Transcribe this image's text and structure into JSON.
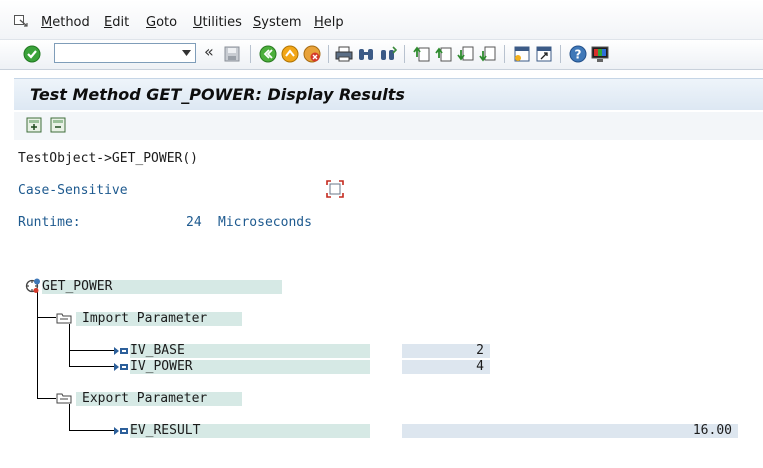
{
  "menu": {
    "items": [
      {
        "label": "Method",
        "u": "M",
        "rest": "ethod"
      },
      {
        "label": "Edit",
        "u": "E",
        "rest": "dit"
      },
      {
        "label": "Goto",
        "u": "G",
        "rest": "oto"
      },
      {
        "label": "Utilities",
        "u": "U",
        "rest": "tilities"
      },
      {
        "label": "System",
        "u": "S",
        "rest": "ystem"
      },
      {
        "label": "Help",
        "u": "H",
        "rest": "elp"
      }
    ]
  },
  "toolbar": {
    "command_value": "",
    "back_glyph": "«"
  },
  "title": "Test Method GET_POWER: Display Results",
  "content": {
    "object_call": "TestObject->GET_POWER()",
    "case_sensitive_label": "Case-Sensitive",
    "runtime_label": "Runtime:",
    "runtime_value": "24",
    "runtime_unit": "Microseconds"
  },
  "tree": {
    "root": "GET_POWER",
    "import_label": "Import Parameter",
    "export_label": "Export Parameter",
    "import_params": [
      {
        "name": "IV_BASE",
        "value": "2"
      },
      {
        "name": "IV_POWER",
        "value": "4"
      }
    ],
    "export_params": [
      {
        "name": "EV_RESULT",
        "value": "16.00"
      }
    ]
  },
  "colors": {
    "accent_blue": "#1e5a8f",
    "field_bg": "#d6e9e5",
    "value_bg": "#dde6ef"
  }
}
